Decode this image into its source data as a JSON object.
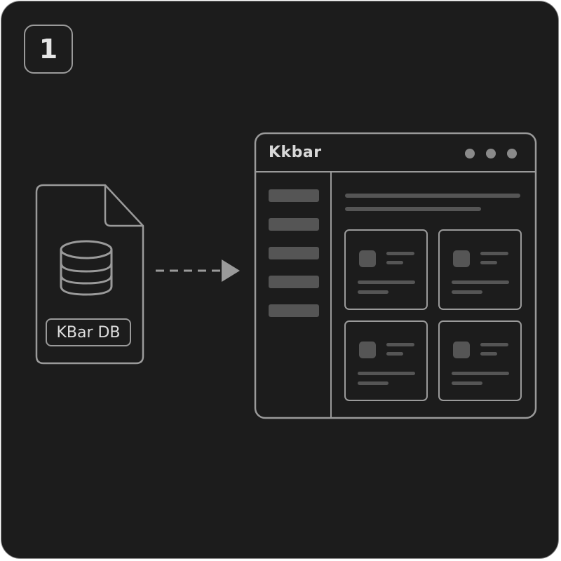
{
  "step": {
    "number": "1"
  },
  "source": {
    "label": "KBar DB"
  },
  "app_window": {
    "title": "Kkbar",
    "window_controls": [
      "dot",
      "dot",
      "dot"
    ],
    "sidebar_item_count": 5,
    "card_count": 4
  },
  "colors": {
    "background": "#1c1c1c",
    "stroke": "#9a9a9a",
    "placeholder": "#555555"
  }
}
